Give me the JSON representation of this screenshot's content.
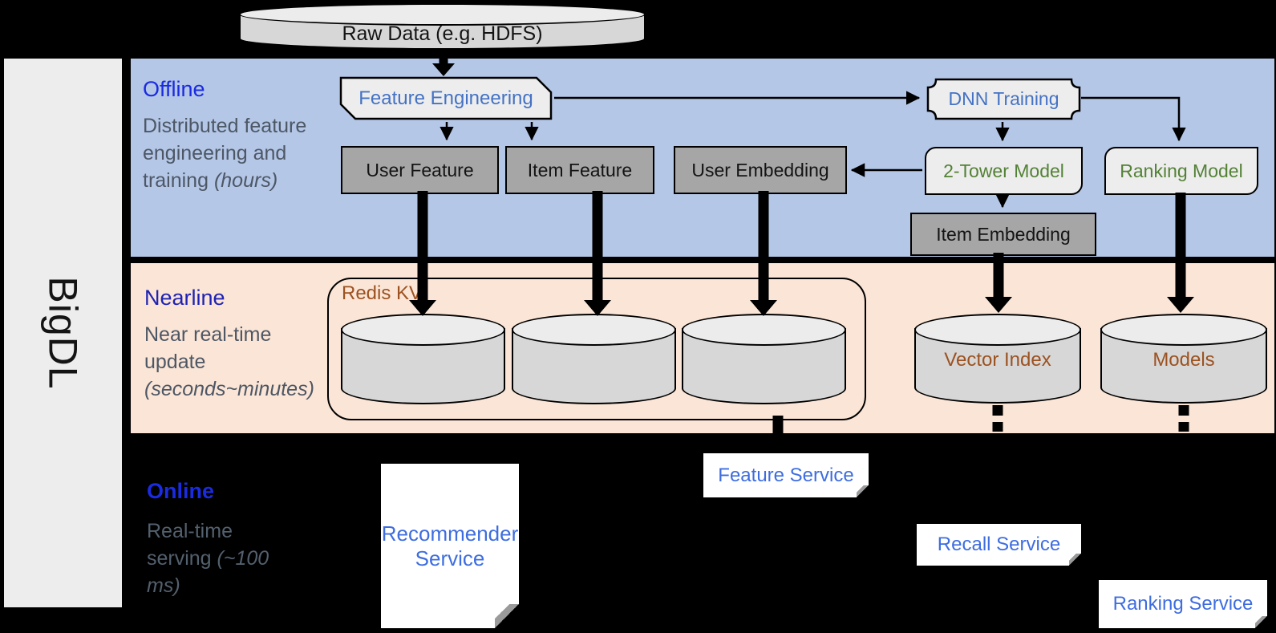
{
  "brand": {
    "logo": "BigDL"
  },
  "raw_data": {
    "label": "Raw Data (e.g. HDFS)"
  },
  "offline": {
    "title": "Offline",
    "desc": "Distributed feature engineering and training ",
    "desc_em": "(hours)",
    "feature_engineering": "Feature Engineering",
    "dnn_training": "DNN Training",
    "user_feature": "User Feature",
    "item_feature": "Item Feature",
    "user_embedding": "User Embedding",
    "two_tower_model": "2-Tower Model",
    "ranking_model": "Ranking Model",
    "item_embedding": "Item Embedding"
  },
  "nearline": {
    "title": "Nearline",
    "desc": "Near real-time update ",
    "desc_em": "(seconds~minutes)",
    "redis_kv": "Redis KV",
    "vector_index": "Vector Index",
    "models": "Models"
  },
  "online": {
    "title": "Online",
    "desc": "Real-time serving ",
    "desc_em": "(~100 ms)",
    "recommender_service": "Recommender Service",
    "feature_service": "Feature Service",
    "recall_service": "Recall Service",
    "ranking_service": "Ranking Service"
  },
  "colors": {
    "background": "#000000",
    "offline_band": "#b4c7e7",
    "nearline_band": "#fbe5d6",
    "section_title_blue": "#1a2be0",
    "section_desc_gray": "#4d5765",
    "process_text_blue": "#4472c4",
    "model_text_green": "#538135",
    "storage_text_brown": "#9c5220",
    "service_text_blue": "#3e6de0",
    "gray_box_fill": "#a6a6a6",
    "light_box_fill": "#ededed"
  }
}
